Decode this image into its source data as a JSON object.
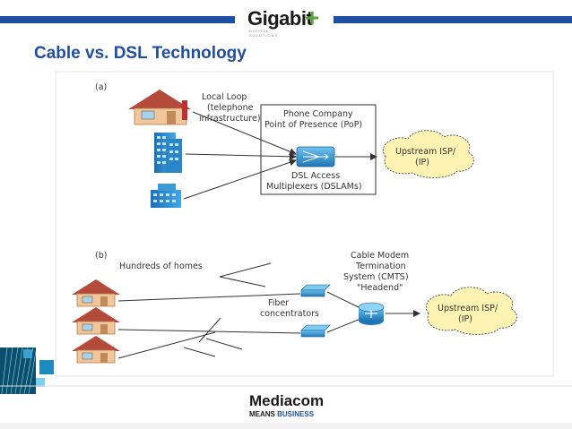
{
  "header": {
    "logo_text": "Gigabit",
    "logo_plus": "+",
    "logo_tagline": "DIGITAL SOLUTIONS"
  },
  "slide": {
    "title": "Cable vs. DSL Technology"
  },
  "diagram_a": {
    "panel_label": "(a)",
    "local_loop": [
      "Local Loop",
      "(telephone",
      "infrastructure)"
    ],
    "pop": [
      "Phone Company",
      "Point of Presence (PoP)"
    ],
    "dslam": [
      "DSL Access",
      "Multiplexers (DSLAMs)"
    ],
    "isp": [
      "Upstream ISP/",
      "(IP)"
    ]
  },
  "diagram_b": {
    "panel_label": "(b)",
    "homes": "Hundreds of homes",
    "fiber": [
      "Fiber",
      "concentrators"
    ],
    "cmts": [
      "Cable Modem",
      "Termination",
      "System (CMTS)",
      "\"Headend\""
    ],
    "isp": [
      "Upstream ISP/",
      "(IP)"
    ]
  },
  "footer": {
    "brand": "Mediacom",
    "tag_1": "MEANS ",
    "tag_2": "BUSINESS"
  },
  "colors": {
    "title": "#1f4fa3",
    "header_stripe": "#1f4fa3",
    "logo_plus": "#58a63a",
    "isp_cloud": "#fff3b3",
    "house_roof": "#b34a3a",
    "building": "#2f8fd0"
  }
}
